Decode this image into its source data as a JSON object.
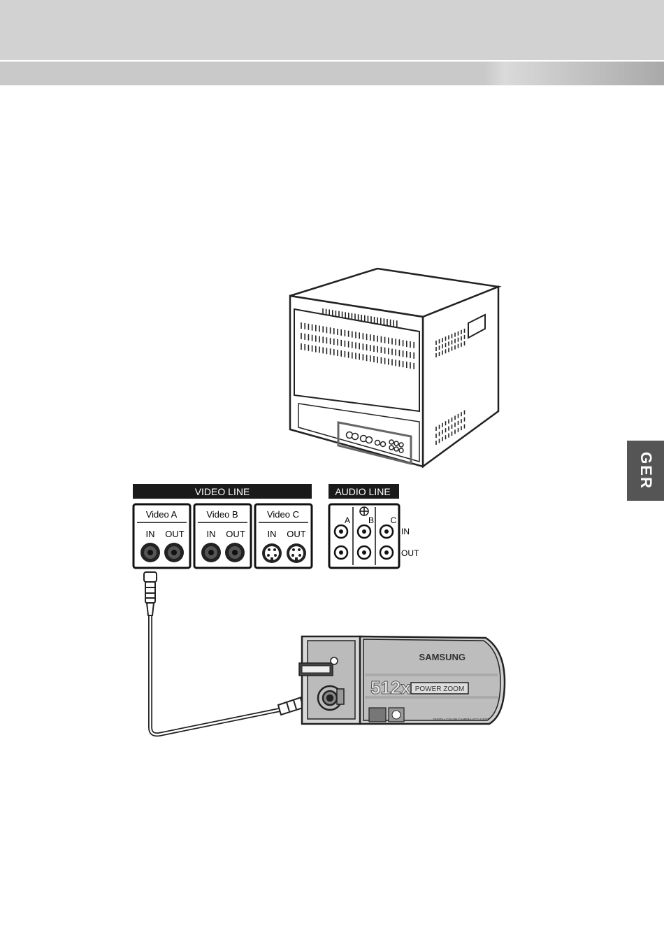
{
  "side_tab": {
    "language": "GER"
  },
  "panels": {
    "video_title": "VIDEO LINE",
    "audio_title": "AUDIO LINE",
    "video_groups": [
      {
        "name": "Video A",
        "in": "IN",
        "out": "OUT"
      },
      {
        "name": "Video B",
        "in": "IN",
        "out": "OUT"
      },
      {
        "name": "Video C",
        "in": "IN",
        "out": "OUT"
      }
    ],
    "audio_channels": [
      "A",
      "B",
      "C"
    ],
    "audio_in": "IN",
    "audio_out": "OUT"
  },
  "camera": {
    "brand": "SAMSUNG",
    "zoom_badge": "512x",
    "zoom_label": "POWER ZOOM",
    "model_text": "DIGITAL COLOR CAMERA SCC-C4333"
  },
  "colors": {
    "header": "#d2d2d2",
    "bar": "#c9c9c9",
    "tab": "#555555",
    "panel_title": "#1a1a1a"
  }
}
